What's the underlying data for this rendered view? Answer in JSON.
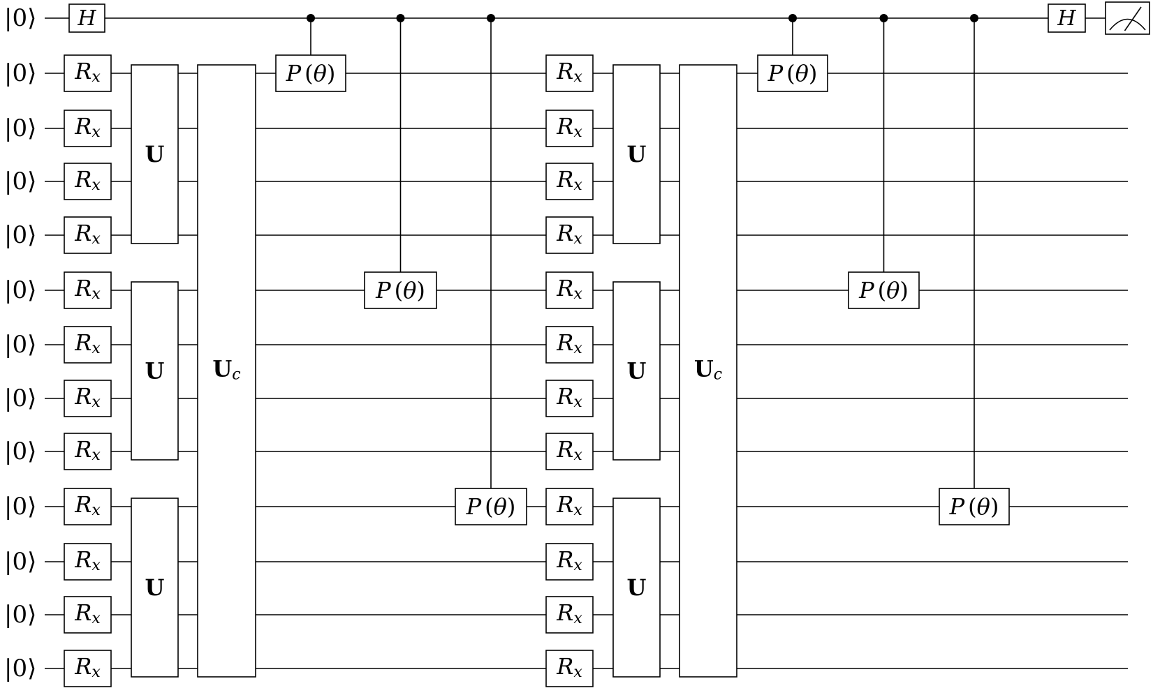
{
  "circuit": {
    "qubit_labels": [
      "|0⟩",
      "|0⟩",
      "|0⟩",
      "|0⟩",
      "|0⟩",
      "|0⟩",
      "|0⟩",
      "|0⟩",
      "|0⟩",
      "|0⟩",
      "|0⟩",
      "|0⟩",
      "|0⟩"
    ],
    "ancilla_gates": [
      "H",
      "H"
    ],
    "measure": "measurement",
    "rotation": {
      "base": "R",
      "sub": "x"
    },
    "unitary": {
      "label": "U"
    },
    "combined": {
      "base": "U",
      "sub": "c"
    },
    "phase": {
      "base": "P",
      "arg": "θ"
    },
    "layers": [
      {
        "rotations": [
          1,
          2,
          3,
          4,
          5,
          6,
          7,
          8,
          9,
          10,
          11,
          12
        ],
        "unitaries": [
          [
            1,
            4
          ],
          [
            5,
            8
          ],
          [
            9,
            12
          ]
        ],
        "combined": [
          1,
          12
        ],
        "phase_targets": [
          1,
          5,
          9
        ]
      },
      {
        "rotations": [
          1,
          2,
          3,
          4,
          5,
          6,
          7,
          8,
          9,
          10,
          11,
          12
        ],
        "unitaries": [
          [
            1,
            4
          ],
          [
            5,
            8
          ],
          [
            9,
            12
          ]
        ],
        "combined": [
          1,
          12
        ],
        "phase_targets": [
          1,
          5,
          9
        ]
      }
    ]
  }
}
